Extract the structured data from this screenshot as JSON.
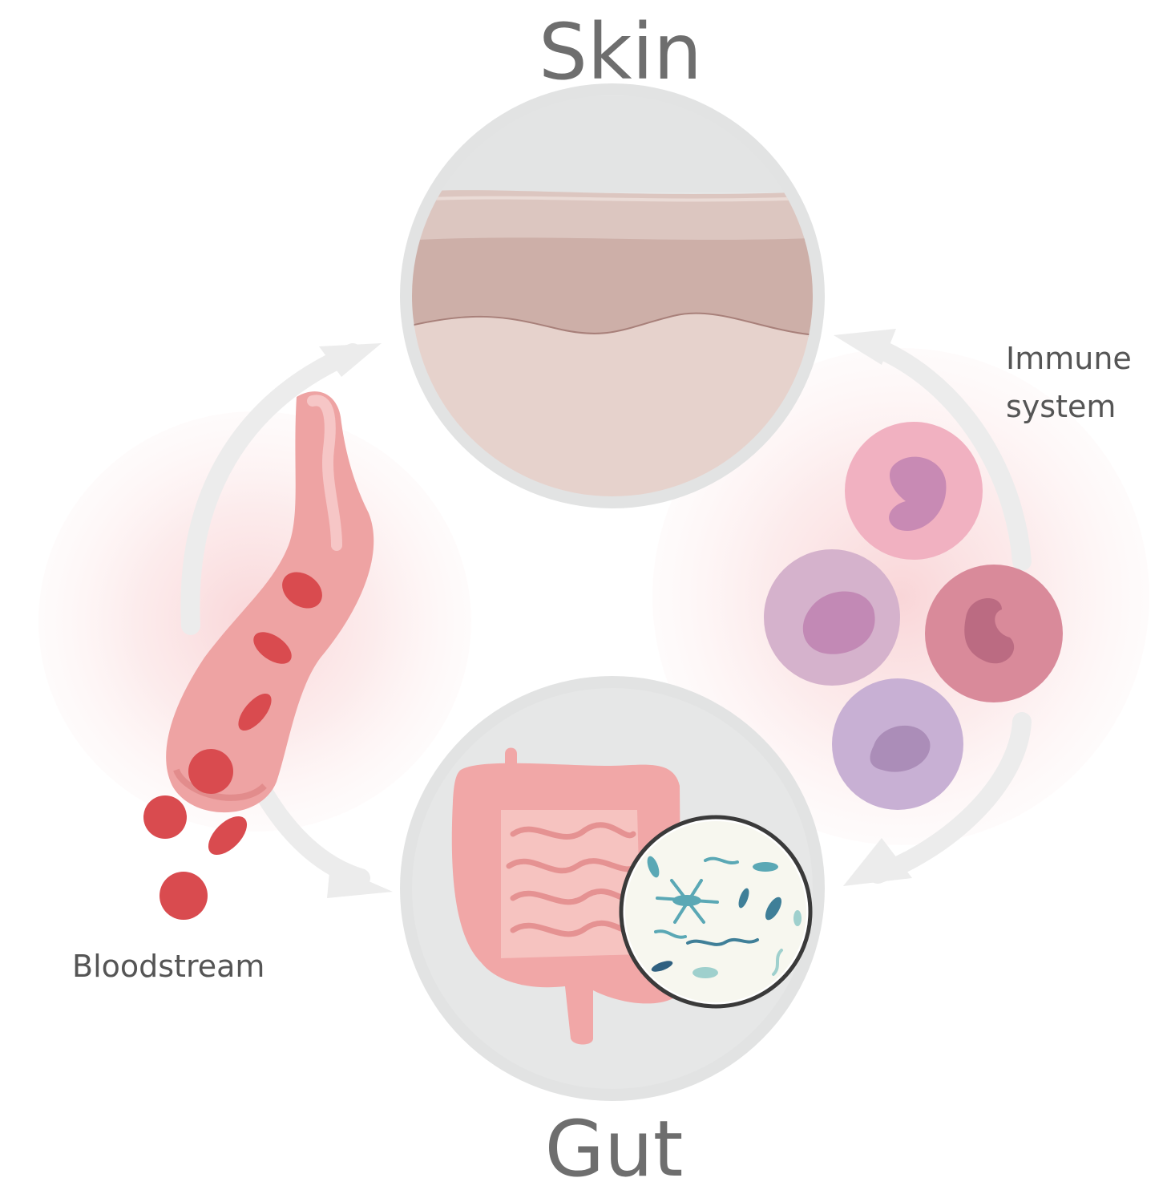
{
  "labels": {
    "skin": "Skin",
    "gut": "Gut",
    "immune_line1": "Immune",
    "immune_line2": "system",
    "bloodstream": "Bloodstream"
  },
  "colors": {
    "label_big": "#6e6e6e",
    "label_small": "#555555",
    "circle_bg": "#e6e7e7",
    "arrow": "#ececec",
    "vessel": "#eb9c9c",
    "red_cell": "#d94b4f",
    "skin_layer": "#c9aca5",
    "gut": "#f0a6a6",
    "microbe_bg": "#f8f8f1",
    "microbe": "#5aa8b5"
  }
}
